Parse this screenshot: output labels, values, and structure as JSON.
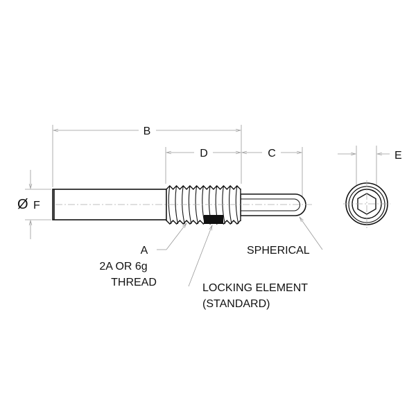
{
  "dimensions": {
    "b": "B",
    "c": "C",
    "d": "D",
    "e": "E",
    "f": "F",
    "diameter_symbol": "Ø"
  },
  "callouts": {
    "thread": [
      "A",
      "2A OR 6g",
      "THREAD"
    ],
    "locking": [
      "LOCKING ELEMENT",
      "(STANDARD)"
    ],
    "spherical": "SPHERICAL"
  }
}
